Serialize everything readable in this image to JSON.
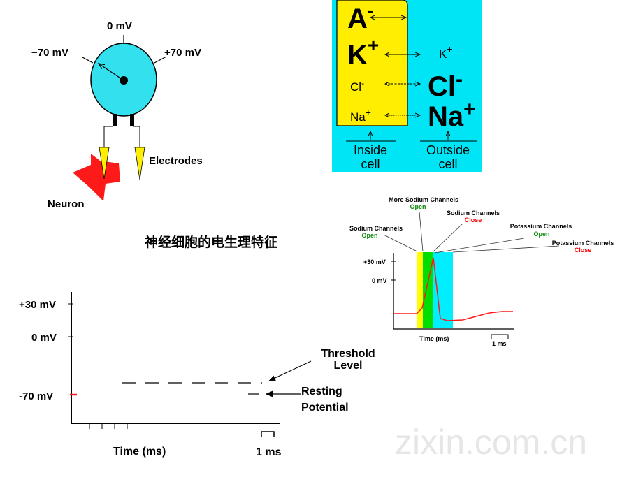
{
  "title": "神经细胞的电生理特征",
  "watermark": "zixin.com.cn",
  "meter": {
    "zero_label": "0 mV",
    "neg_label": "−70 mV",
    "pos_label": "+70 mV",
    "electrodes_label": "Electrodes",
    "neuron_label": "Neuron",
    "needle_reading_mv": -70
  },
  "ions": {
    "inside": [
      {
        "ion": "A",
        "charge": "-"
      },
      {
        "ion": "K",
        "charge": "+"
      },
      {
        "ion": "Cl",
        "charge": "-"
      },
      {
        "ion": "Na",
        "charge": "+"
      }
    ],
    "outside": [
      {
        "ion": "K",
        "charge": "+"
      },
      {
        "ion": "Cl",
        "charge": "-"
      },
      {
        "ion": "Na",
        "charge": "+"
      }
    ],
    "inside_label_1": "Inside",
    "inside_label_2": "cell",
    "outside_label_1": "Outside",
    "outside_label_2": "cell",
    "colors": {
      "background": "#00e5f5",
      "inside": "#ffee00"
    }
  },
  "action_potential": {
    "y_ticks": [
      "+30 mV",
      "0 mV"
    ],
    "xlabel": "Time (ms)",
    "scale_label": "1 ms",
    "annotations": [
      {
        "title": "More Sodium Channels",
        "state": "Open",
        "color": "#0a8a0a"
      },
      {
        "title": "Sodium Channels",
        "state": "Close",
        "color": "#ff0000"
      },
      {
        "title": "Sodium Channels",
        "state": "Open",
        "color": "#0a8a0a"
      },
      {
        "title": "Potassium Channels",
        "state": "Open",
        "color": "#0a8a0a"
      },
      {
        "title": "Potassium Channels",
        "state": "Close",
        "color": "#ff0000"
      }
    ],
    "band_colors": [
      "#ffff00",
      "#00dd00",
      "#00eeff"
    ]
  },
  "resting_chart": {
    "y_ticks": [
      "+30 mV",
      "0 mV",
      "-70 mV"
    ],
    "xlabel": "Time (ms)",
    "scale_label": "1 ms",
    "threshold_label_1": "Threshold",
    "threshold_label_2": "Level",
    "resting_label_1": "Resting",
    "resting_label_2": "Potential"
  }
}
